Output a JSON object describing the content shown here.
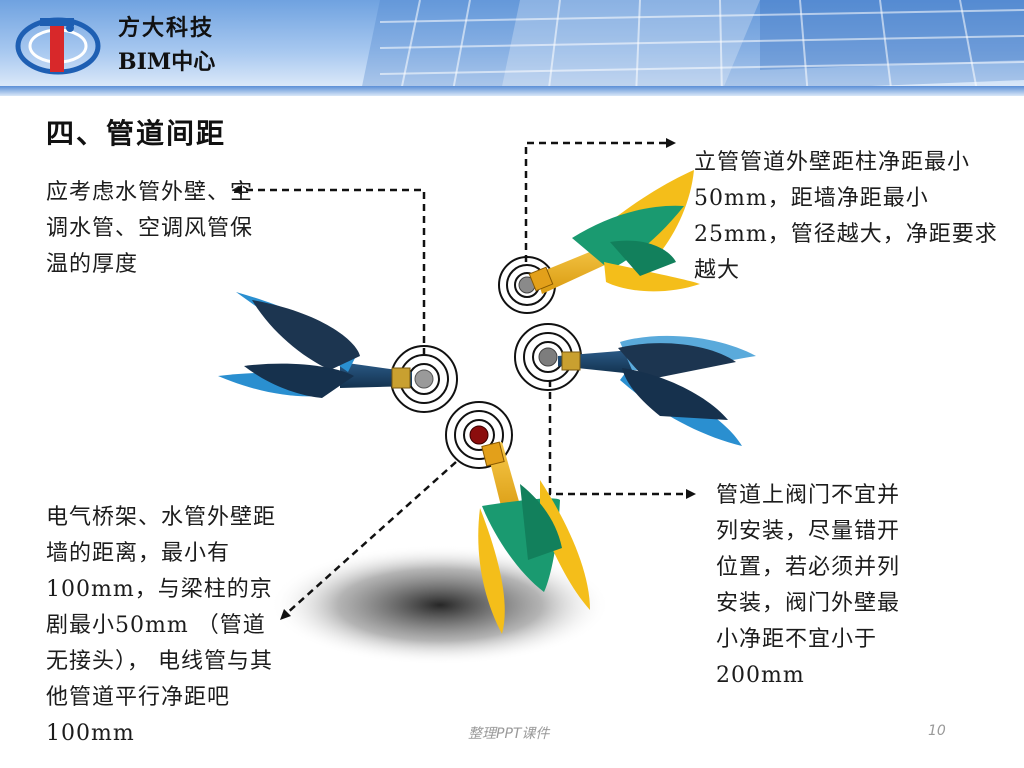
{
  "header": {
    "company": "方大科技",
    "department": "BIM中心"
  },
  "title": "四、管道间距",
  "notes": {
    "top_left": "应考虑水管外壁、空调水管、空调风管保温的厚度",
    "top_right": "立管管道外壁距柱净距最小50mm，距墙净距最小25mm，管径越大，净距要求越大",
    "bottom_left": "电气桥架、水管外壁距墙的距离，最小有100mm，与梁柱的京剧最小50mm （管道无接头）， 电线管与其他管道平行净距吧100mm",
    "bottom_right": "管道上阀门不宜并列安装，尽量错开位置，若必须并列安装，阀门外壁最小净距不宜小于200mm"
  },
  "footer": {
    "center": "整理PPT课件",
    "page": "10"
  },
  "colors": {
    "header_blue": "#6fa2e0",
    "dart_blue": "#2a8fd0",
    "dart_navy": "#1c3550",
    "dart_green": "#1a9a70",
    "dart_yellow": "#f4be1a",
    "target_red": "#8b0d0d"
  }
}
